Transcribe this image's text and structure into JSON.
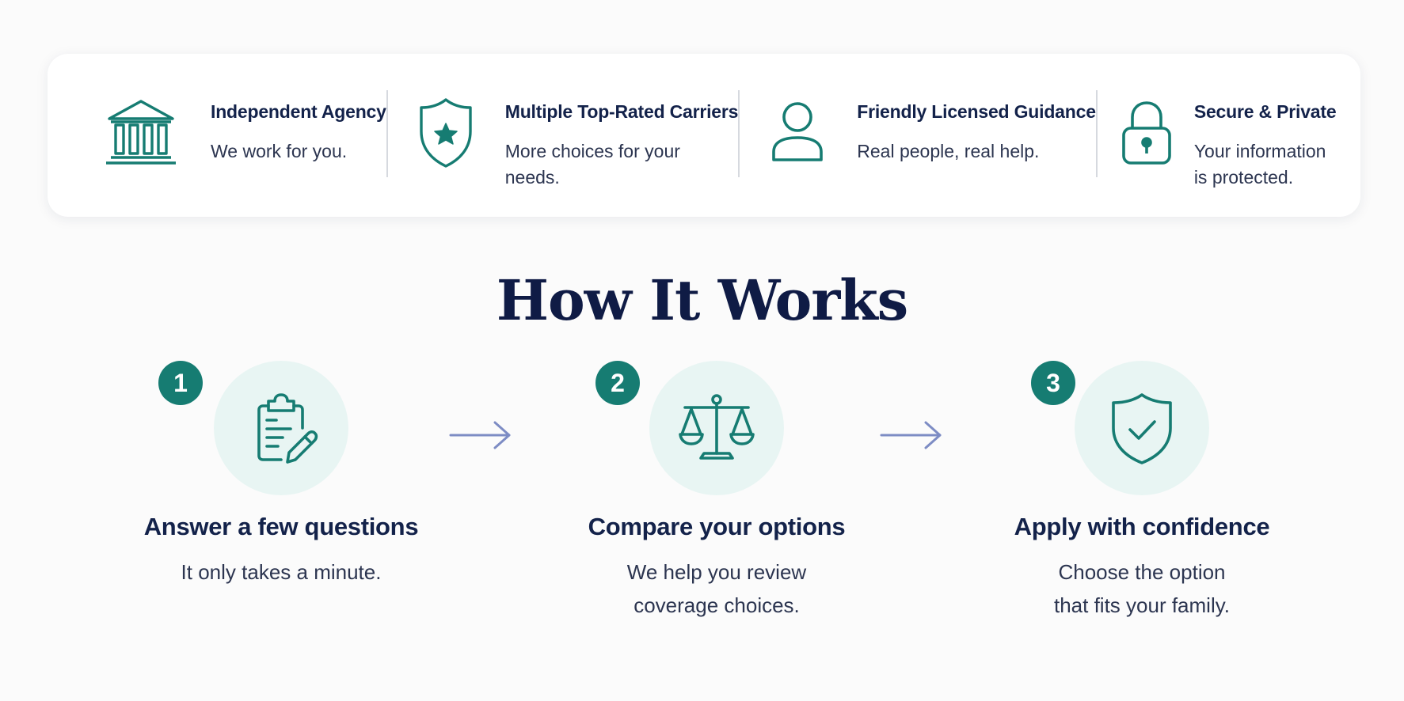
{
  "trust_bar": {
    "items": [
      {
        "icon": "bank-icon",
        "title": "Independent Agency",
        "description": "We work for you."
      },
      {
        "icon": "shield-star-icon",
        "title": "Multiple Top-Rated Carriers",
        "description": "More choices for your needs."
      },
      {
        "icon": "person-icon",
        "title": "Friendly Licensed Guidance",
        "description": "Real people, real help."
      },
      {
        "icon": "padlock-icon",
        "title": "Secure & Private",
        "description": "Your information is protected."
      }
    ]
  },
  "how_it_works": {
    "title": "How It Works",
    "steps": [
      {
        "number": "1",
        "icon": "clipboard-pencil-icon",
        "title": "Answer a few questions",
        "description": "It only takes a minute."
      },
      {
        "number": "2",
        "icon": "scales-icon",
        "title": "Compare your options",
        "description": "We help you review coverage choices."
      },
      {
        "number": "3",
        "icon": "shield-check-icon",
        "title": "Apply with confidence",
        "description": "Choose the option that fits your family."
      }
    ]
  },
  "colors": {
    "accent": "#167c72",
    "heading": "#13224a",
    "icon_circle": "#e8f5f3",
    "arrow": "#7d8cc4"
  }
}
